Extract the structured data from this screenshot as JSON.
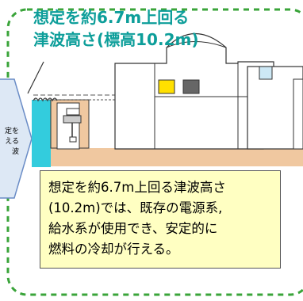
{
  "heading": {
    "line1": "想定を約6.7m上回る",
    "line2": "津波高さ(標高10.2m)"
  },
  "side_label": {
    "line1": "定を",
    "line2": "える",
    "line3": "波"
  },
  "note": {
    "line1": "想定を約6.7m上回る津波高さ",
    "line2": "(10.2m)では、既存の電源系,",
    "line3": "給水系が使用でき、安定的に",
    "line4": "燃料の冷却が行える。"
  },
  "colors": {
    "frame_dash": "#3aa43a",
    "heading": "#0d9e9a",
    "water": "#33ccdd",
    "ground": "#f0c8a0",
    "note_fill": "#ffffc2",
    "side_arrow": "#dde8f5",
    "yellow_box": "#ffe000",
    "gray_box": "#666666",
    "cyan_box": "#cde8f5"
  }
}
